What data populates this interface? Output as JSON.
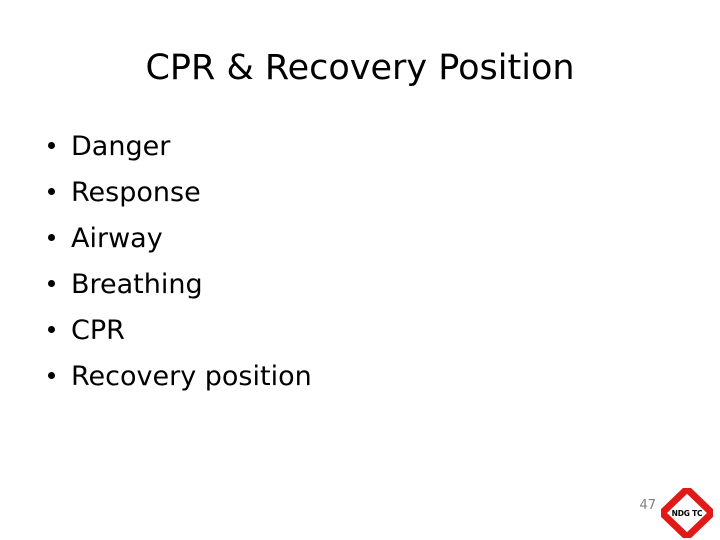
{
  "slide": {
    "title": "CPR & Recovery Position",
    "background_color": "#FFFFFF",
    "text_color": "#000000",
    "bullets": [
      {
        "label": "Danger"
      },
      {
        "label": "Response"
      },
      {
        "label": "Airway"
      },
      {
        "label": "Breathing"
      },
      {
        "label": "CPR"
      },
      {
        "label": "Recovery position"
      }
    ],
    "footer": {
      "page_number": "47",
      "logo": {
        "name": "ndgtc-diamond-logo",
        "text": "NDG TC",
        "shape": "diamond",
        "accent_color": "#E01B17",
        "text_color": "#000000"
      }
    }
  }
}
